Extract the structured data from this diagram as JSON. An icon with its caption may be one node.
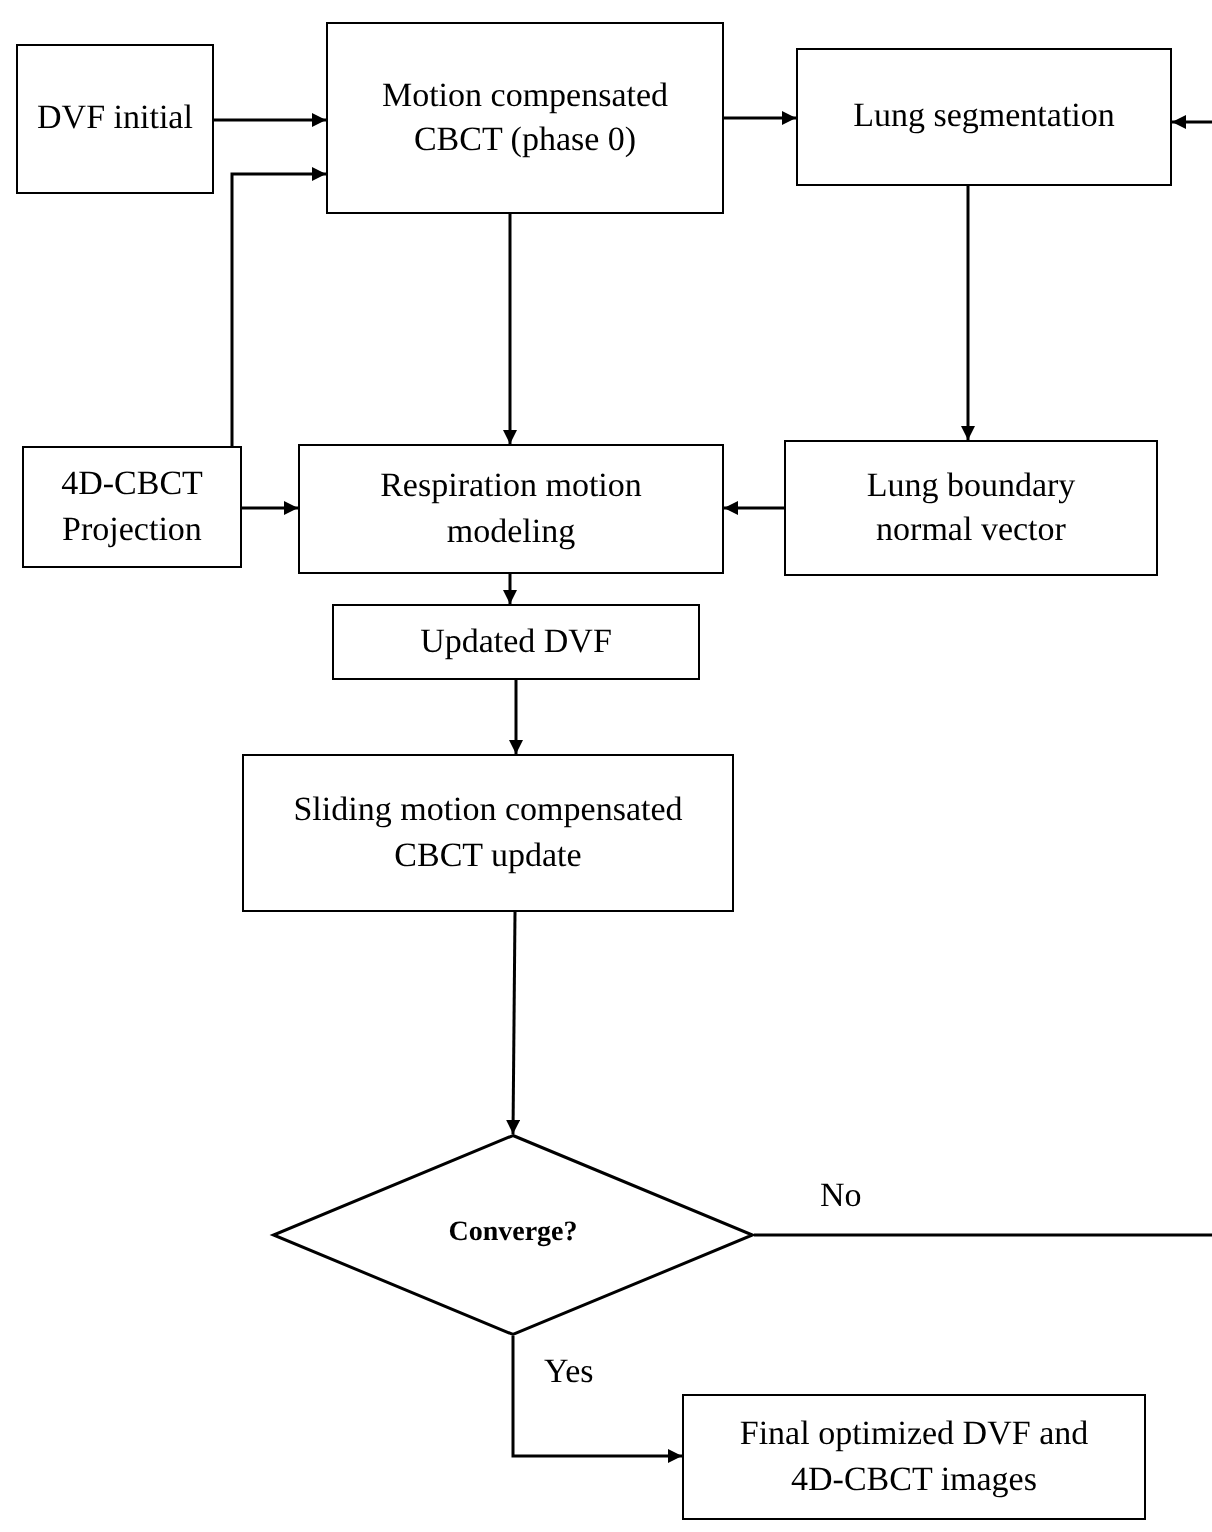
{
  "diagram": {
    "nodes": [
      {
        "text": [
          "DVF initial"
        ]
      },
      {
        "text": [
          "Motion compensated CBCT (phase 0)"
        ]
      },
      {
        "text": [
          "Lung segmentation"
        ]
      },
      {
        "text": [
          "4D-CBCT Projection"
        ]
      },
      {
        "text": [
          "Respiration motion modeling"
        ]
      },
      {
        "text": [
          "Lung boundary normal vector"
        ]
      },
      {
        "text": [
          "Updated DVF"
        ]
      },
      {
        "text": [
          "Sliding motion compensated CBCT update"
        ]
      },
      {
        "text": [
          "Converge?"
        ]
      },
      {
        "text": [
          "Final optimized DVF and 4D-CBCT images"
        ]
      }
    ],
    "edges": [
      {
        "from": 0,
        "to": 1,
        "arrow": "to"
      },
      {
        "from": 3,
        "to": 1,
        "arrow": "to"
      },
      {
        "from": 1,
        "to": 2,
        "arrow": "to"
      },
      {
        "from": null,
        "to": 2,
        "arrow": "to"
      },
      {
        "from": 1,
        "to": 4,
        "arrow": "to"
      },
      {
        "from": 2,
        "to": 5,
        "arrow": "to"
      },
      {
        "from": 5,
        "to": 4,
        "arrow": "to"
      },
      {
        "from": 3,
        "to": 4,
        "arrow": "to"
      },
      {
        "from": 4,
        "to": 6,
        "arrow": "to"
      },
      {
        "from": 6,
        "to": 7,
        "arrow": "to"
      },
      {
        "from": 7,
        "to": 8,
        "arrow": "to"
      },
      {
        "from": 8,
        "to": null,
        "label": "No",
        "arrow": "none"
      },
      {
        "from": 8,
        "to": 9,
        "label": "Yes",
        "arrow": "to"
      }
    ]
  }
}
